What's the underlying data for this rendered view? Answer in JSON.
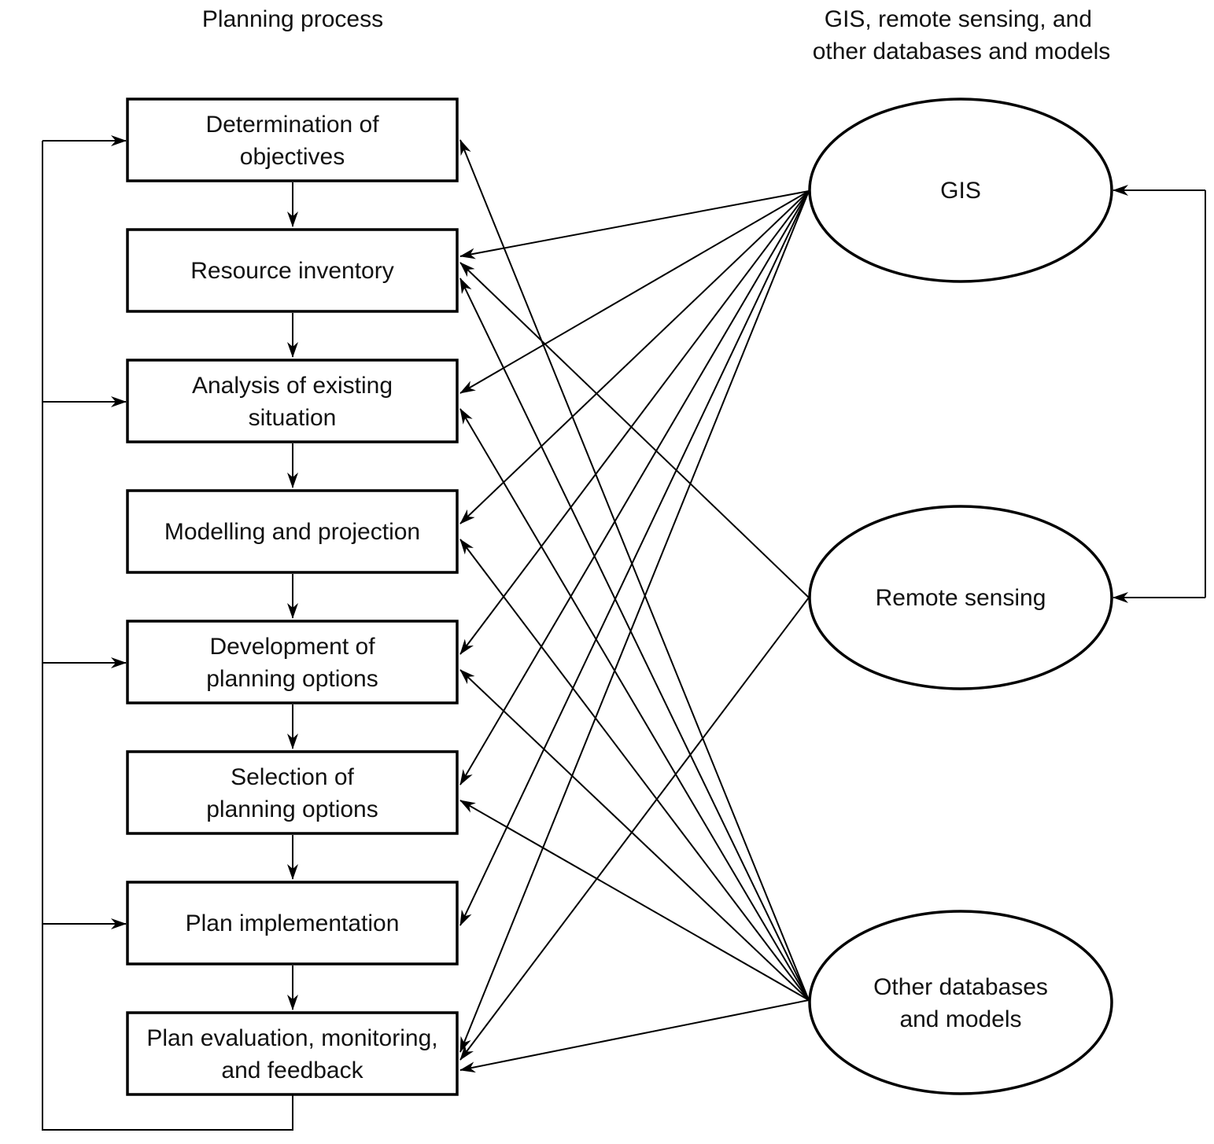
{
  "headers": {
    "left": [
      "Planning process"
    ],
    "right": [
      "GIS, remote sensing, and",
      "other databases and models"
    ]
  },
  "process_steps": [
    {
      "id": "objectives",
      "lines": [
        "Determination of",
        "objectives"
      ]
    },
    {
      "id": "inventory",
      "lines": [
        "Resource inventory"
      ]
    },
    {
      "id": "analysis",
      "lines": [
        "Analysis of existing",
        "situation"
      ]
    },
    {
      "id": "modelling",
      "lines": [
        "Modelling and projection"
      ]
    },
    {
      "id": "development",
      "lines": [
        "Development of",
        "planning options"
      ]
    },
    {
      "id": "selection",
      "lines": [
        "Selection of",
        "planning options"
      ]
    },
    {
      "id": "implementation",
      "lines": [
        "Plan implementation"
      ]
    },
    {
      "id": "evaluation",
      "lines": [
        "Plan evaluation, monitoring,",
        "and feedback"
      ]
    }
  ],
  "sources": [
    {
      "id": "gis",
      "lines": [
        "GIS"
      ]
    },
    {
      "id": "rs",
      "lines": [
        "Remote sensing"
      ]
    },
    {
      "id": "other",
      "lines": [
        "Other databases",
        "and models"
      ]
    }
  ],
  "feedback_targets": [
    "objectives",
    "analysis",
    "development",
    "implementation"
  ],
  "source_links": {
    "gis": [
      "inventory",
      "analysis",
      "modelling",
      "development",
      "selection",
      "implementation",
      "evaluation"
    ],
    "rs": [
      "inventory",
      "evaluation"
    ],
    "other": [
      "objectives",
      "inventory",
      "analysis",
      "modelling",
      "development",
      "selection",
      "evaluation"
    ]
  },
  "source_interlink": [
    "gis",
    "rs"
  ],
  "colors": {
    "stroke": "#000000",
    "text": "#111111",
    "background": "#ffffff"
  }
}
